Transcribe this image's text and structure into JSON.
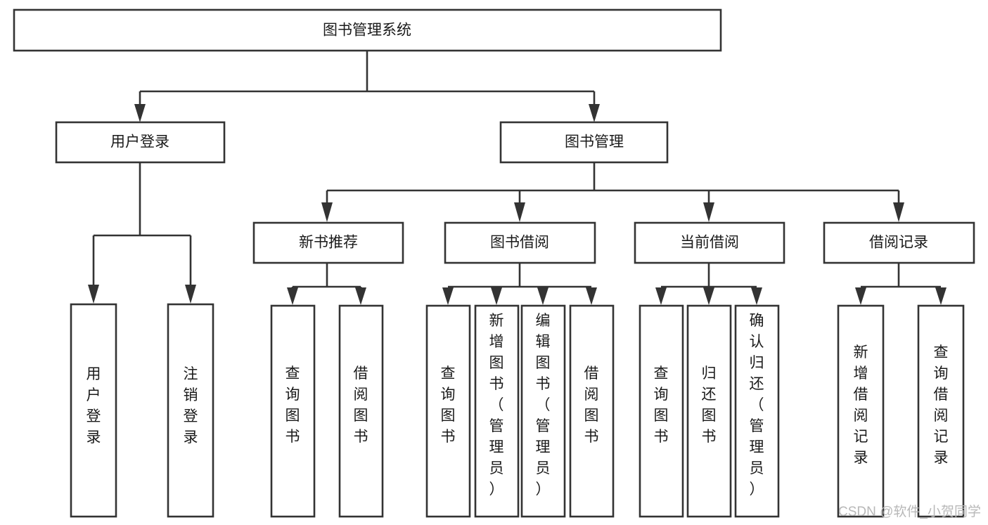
{
  "diagram": {
    "title": "图书管理系统",
    "type": "hierarchy-tree",
    "orientation": "top-down",
    "root": {
      "id": "root",
      "label": "图书管理系统",
      "text_orientation": "horizontal"
    },
    "level2": [
      {
        "id": "user-login",
        "label": "用户登录",
        "text_orientation": "horizontal"
      },
      {
        "id": "book-management",
        "label": "图书管理",
        "text_orientation": "horizontal"
      }
    ],
    "level3": [
      {
        "id": "new-book-recommend",
        "label": "新书推荐",
        "parent": "book-management",
        "text_orientation": "horizontal"
      },
      {
        "id": "book-borrow",
        "label": "图书借阅",
        "parent": "book-management",
        "text_orientation": "horizontal"
      },
      {
        "id": "current-borrow",
        "label": "当前借阅",
        "parent": "book-management",
        "text_orientation": "horizontal"
      },
      {
        "id": "borrow-record",
        "label": "借阅记录",
        "parent": "book-management",
        "text_orientation": "horizontal"
      }
    ],
    "leaves": [
      {
        "id": "leaf-user-login",
        "label": "用户登录",
        "parent": "user-login",
        "text_orientation": "vertical"
      },
      {
        "id": "leaf-user-logout",
        "label": "注销登录",
        "parent": "user-login",
        "text_orientation": "vertical"
      },
      {
        "id": "leaf-query-book-1",
        "label": "查询图书",
        "parent": "new-book-recommend",
        "text_orientation": "vertical"
      },
      {
        "id": "leaf-borrow-book-1",
        "label": "借阅图书",
        "parent": "new-book-recommend",
        "text_orientation": "vertical"
      },
      {
        "id": "leaf-query-book-2",
        "label": "查询图书",
        "parent": "book-borrow",
        "text_orientation": "vertical"
      },
      {
        "id": "leaf-add-book",
        "label": "新增图书（管理员）",
        "parent": "book-borrow",
        "text_orientation": "vertical"
      },
      {
        "id": "leaf-edit-book",
        "label": "编辑图书（管理员）",
        "parent": "book-borrow",
        "text_orientation": "vertical"
      },
      {
        "id": "leaf-borrow-book-2",
        "label": "借阅图书",
        "parent": "book-borrow",
        "text_orientation": "vertical"
      },
      {
        "id": "leaf-query-book-3",
        "label": "查询图书",
        "parent": "current-borrow",
        "text_orientation": "vertical"
      },
      {
        "id": "leaf-return-book",
        "label": "归还图书",
        "parent": "current-borrow",
        "text_orientation": "vertical"
      },
      {
        "id": "leaf-confirm-return",
        "label": "确认归还（管理员）",
        "parent": "current-borrow",
        "text_orientation": "vertical"
      },
      {
        "id": "leaf-add-record",
        "label": "新增借阅记录",
        "parent": "borrow-record",
        "text_orientation": "vertical"
      },
      {
        "id": "leaf-query-record",
        "label": "查询借阅记录",
        "parent": "borrow-record",
        "text_orientation": "vertical"
      }
    ],
    "colors": {
      "box_stroke": "#333333",
      "box_fill": "#ffffff",
      "text": "#1a1a1a",
      "connector": "#333333",
      "background": "#ffffff",
      "watermark": "#b8b8b8"
    }
  },
  "watermark": {
    "text": "CSDN @软件_小贺同学"
  }
}
